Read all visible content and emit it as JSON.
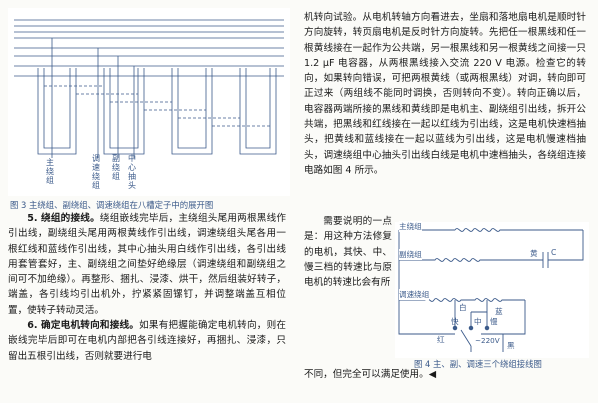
{
  "fig3": {
    "labels": [
      "主绕组",
      "调速绕组",
      "副绕组",
      "中心抽头"
    ],
    "caption": "图 3 主绕组、副绕组、调速绕组在八槽定子中的展开图"
  },
  "left": {
    "p5_lead": "5. 绕组的接线。",
    "p5_body": "绕组嵌线完毕后，主绕组头尾用两根黑线作引出线，副绕组头尾用两根黄线作引出线，调速绕组头尾各用一根红线和蓝线作引出线，其中心抽头用白线作引出线，各引出线用套管套好，主、副绕组之间垫好绝缘层（调速绕组和副绕组之间可不加绝缘）。再整形、捆扎、浸漆、烘干，然后组装好转子，端盖，各引线均引出机外，拧紧紧固镙钉，并调整端盖互相位置，使转子转动灵活。",
    "p6_lead": "6. 确定电机转向和接线。",
    "p6_body": "如果有把握能确定电机转向，则在嵌线完毕后即可在电机内部把各引线连接好，再捆扎、浸漆，只留出五根引出线，否则就要进行电"
  },
  "right": {
    "top": "机转向试验。从电机转轴方向看进去，坐扇和落地扇电机是顺时针方向旋转，转页扇电机是反时针方向旋转。先把任一根黑线和任一根黄线接在一起作为公共端，另一根黑线和另一根黄线之间接一只 1.2 μF 电容器，从两根黑线接入交流 220 V 电源。检查它的转向，如果转向错误，可把两根黄线（或两根黑线）对调，转向即可正过来（两组线不能同时调换，否则转向不变）。转向正确以后，电容器两端所接的黑线和黄线即是电机主、副绕组引出线，拆开公共端，把黑线和红线接在一起以红线为引出线，这是电机快速档抽头，把黄线和蓝线接在一起以蓝线为引出线，这是电机慢速档抽头，调速绕组中心抽头引出线白线是电机中速档抽头，各绕组连接电路如图 4 所示。",
    "wrap_first": "组连接电路如",
    "wrap_second": "图 4 所示。",
    "wrap_rest": "需要说明的一点是：用这种方法修复的电机，其快、中、慢三档的转速比与原电机的转速比会有所",
    "bottom": "不同，但完全可以满足使用。◀"
  },
  "fig4": {
    "main": "主绕组",
    "aux": "副绕组",
    "yellow": "黄",
    "cap": "C",
    "speed": "调速绕组",
    "white": "白",
    "red": "红",
    "fast": "快",
    "mid": "中",
    "slow": "慢",
    "blue": "蓝",
    "volt": "~220V",
    "black": "黑",
    "caption": "图 4 主、副、调速三个绕组接线图"
  }
}
